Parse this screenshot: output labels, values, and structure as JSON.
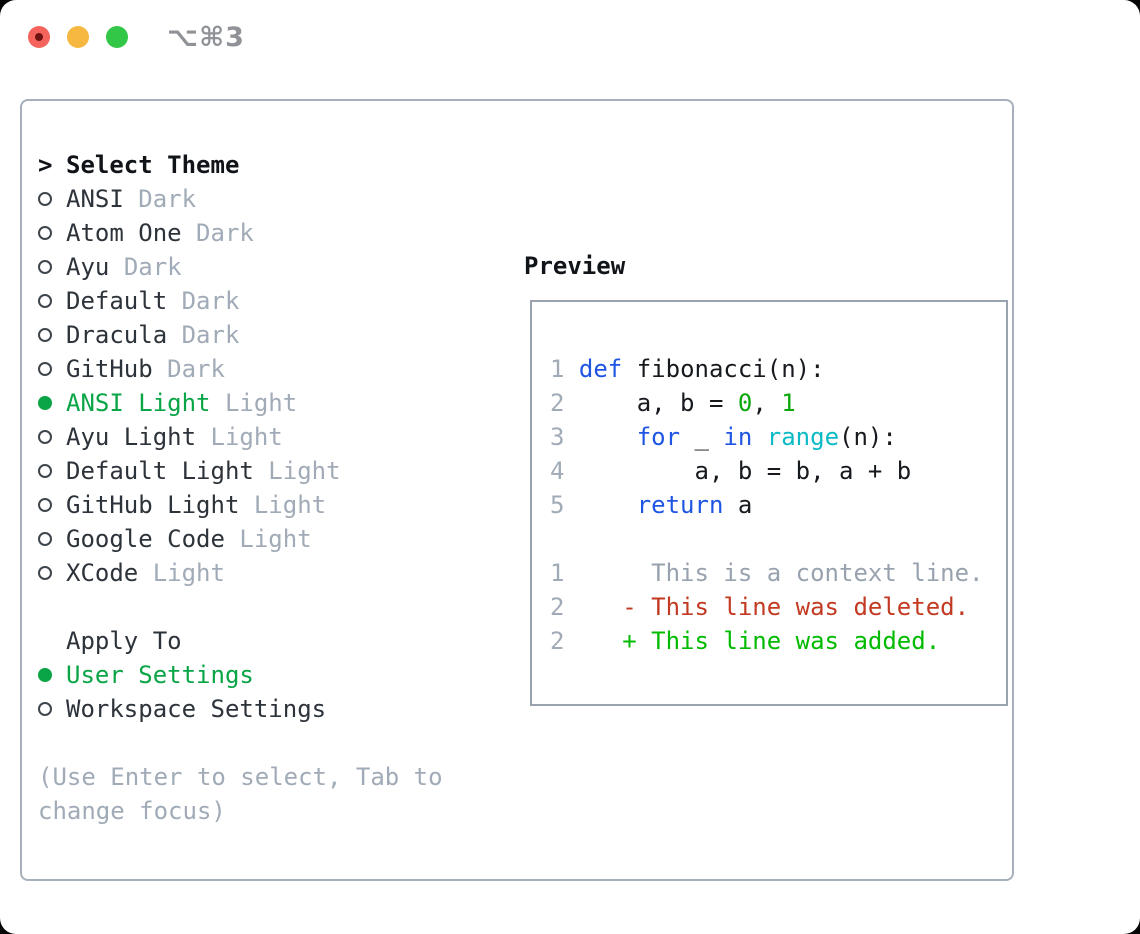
{
  "titlebar": {
    "shortcut": "⌥⌘3"
  },
  "colors": {
    "accent_green": "#0aa546",
    "keyword_blue": "#1f55e3",
    "builtin_cyan": "#0bbac6",
    "number_green": "#0aa80a",
    "diff_deleted_red": "#c23a21",
    "diff_added_green": "#00bb00",
    "muted_gray": "#a1abb7",
    "text_dark": "#2d333a",
    "traffic_red": "#f4645c",
    "traffic_yellow": "#f6b840",
    "traffic_green": "#33c748"
  },
  "theme_picker": {
    "prompt": ">",
    "header": "Select Theme",
    "items": [
      {
        "name": "ANSI",
        "variant": "Dark",
        "selected": false
      },
      {
        "name": "Atom One",
        "variant": "Dark",
        "selected": false
      },
      {
        "name": "Ayu",
        "variant": "Dark",
        "selected": false
      },
      {
        "name": "Default",
        "variant": "Dark",
        "selected": false
      },
      {
        "name": "Dracula",
        "variant": "Dark",
        "selected": false
      },
      {
        "name": "GitHub",
        "variant": "Dark",
        "selected": false
      },
      {
        "name": "ANSI Light",
        "variant": "Light",
        "selected": true
      },
      {
        "name": "Ayu Light",
        "variant": "Light",
        "selected": false
      },
      {
        "name": "Default Light",
        "variant": "Light",
        "selected": false
      },
      {
        "name": "GitHub Light",
        "variant": "Light",
        "selected": false
      },
      {
        "name": "Google Code",
        "variant": "Light",
        "selected": false
      },
      {
        "name": "XCode",
        "variant": "Light",
        "selected": false
      }
    ]
  },
  "apply_to": {
    "header": "Apply To",
    "options": [
      {
        "name": "User Settings",
        "selected": true
      },
      {
        "name": "Workspace Settings",
        "selected": false
      }
    ]
  },
  "hint": "(Use Enter to select, Tab to change focus)",
  "preview": {
    "header": "Preview",
    "code_lines": [
      {
        "num": "1",
        "segments": [
          {
            "t": "def",
            "c": "kw"
          },
          {
            "t": " fibonacci(n):",
            "c": "plain"
          }
        ]
      },
      {
        "num": "2",
        "segments": [
          {
            "t": "    a, b = ",
            "c": "plain"
          },
          {
            "t": "0",
            "c": "num"
          },
          {
            "t": ", ",
            "c": "plain"
          },
          {
            "t": "1",
            "c": "num"
          }
        ]
      },
      {
        "num": "3",
        "segments": [
          {
            "t": "    ",
            "c": "plain"
          },
          {
            "t": "for",
            "c": "kw"
          },
          {
            "t": " _ ",
            "c": "plain"
          },
          {
            "t": "in",
            "c": "kw"
          },
          {
            "t": " ",
            "c": "plain"
          },
          {
            "t": "range",
            "c": "builtin"
          },
          {
            "t": "(n):",
            "c": "plain"
          }
        ]
      },
      {
        "num": "4",
        "segments": [
          {
            "t": "        a, b = b, a + b",
            "c": "plain"
          }
        ]
      },
      {
        "num": "5",
        "segments": [
          {
            "t": "    ",
            "c": "plain"
          },
          {
            "t": "return",
            "c": "kw"
          },
          {
            "t": " a",
            "c": "plain"
          }
        ]
      }
    ],
    "diff_lines": [
      {
        "num": "1",
        "segments": [
          {
            "t": "     This is a context line.",
            "c": "context"
          }
        ]
      },
      {
        "num": "2",
        "segments": [
          {
            "t": "   - This line was deleted.",
            "c": "deleted"
          }
        ]
      },
      {
        "num": "2",
        "segments": [
          {
            "t": "   + This line was added.",
            "c": "added"
          }
        ]
      }
    ]
  }
}
